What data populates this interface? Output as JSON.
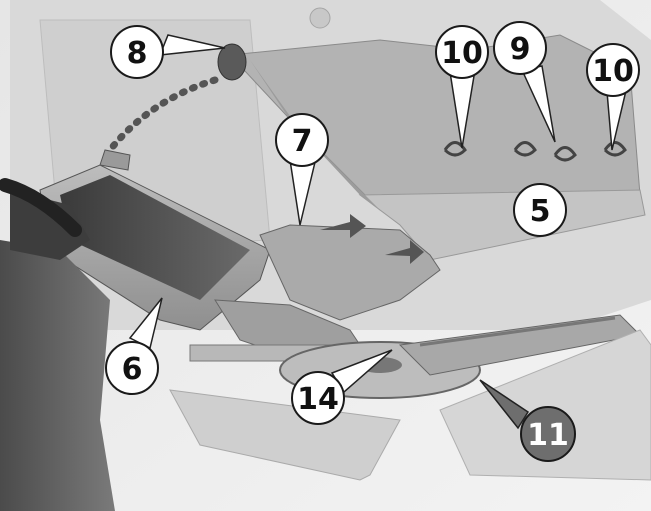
{
  "figure": {
    "background_color": "#ffffff",
    "callout_fill": "#ffffff",
    "callout_stroke": "#1a1a1a",
    "callout_text_color": "#111111",
    "highlight_fill": "#6e6e6e",
    "highlight_text_color": "#ffffff"
  },
  "callouts": [
    {
      "id": "c8",
      "label": "8",
      "highlighted": false
    },
    {
      "id": "c10a",
      "label": "10",
      "highlighted": false
    },
    {
      "id": "c9",
      "label": "9",
      "highlighted": false
    },
    {
      "id": "c10b",
      "label": "10",
      "highlighted": false
    },
    {
      "id": "c7",
      "label": "7",
      "highlighted": false
    },
    {
      "id": "c5",
      "label": "5",
      "highlighted": false
    },
    {
      "id": "c6",
      "label": "6",
      "highlighted": false
    },
    {
      "id": "c14",
      "label": "14",
      "highlighted": false
    },
    {
      "id": "c11",
      "label": "11",
      "highlighted": true
    }
  ]
}
